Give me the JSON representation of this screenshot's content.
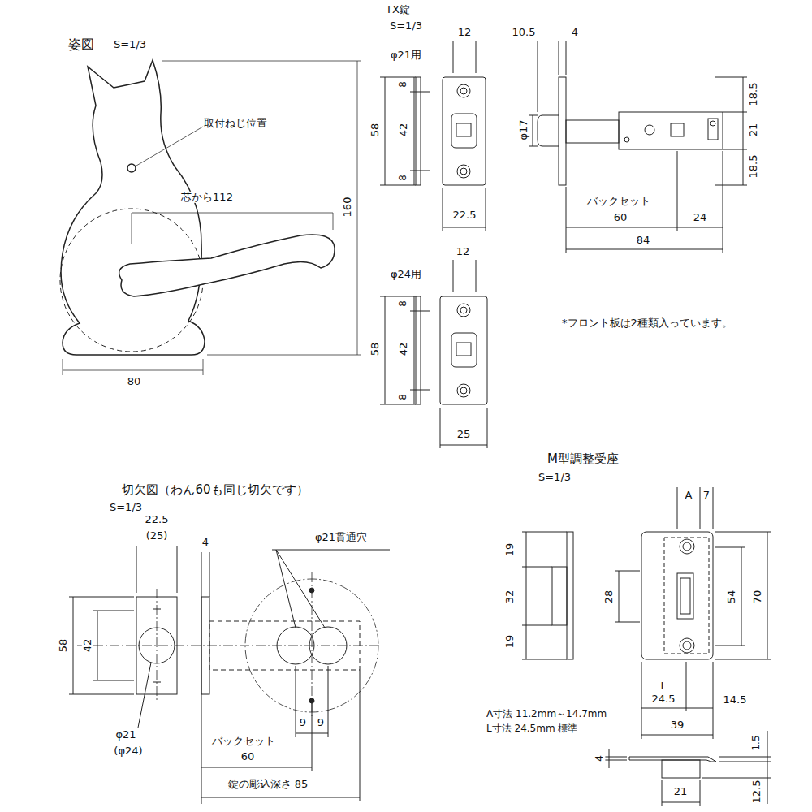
{
  "diagram": {
    "labels": [
      "姿図",
      "S=1/3",
      "取付ねじ位置",
      "芯から112",
      "160",
      "80",
      "TX錠",
      "S=1/3",
      "φ21用",
      "12",
      "58",
      "8",
      "42",
      "8",
      "22.5",
      "10.5",
      "4",
      "φ17",
      "18.5",
      "21",
      "18.5",
      "バックセット",
      "60",
      "24",
      "84",
      "φ24用",
      "12",
      "58",
      "8",
      "42",
      "8",
      "25",
      "*フロント板は2種類入っています。",
      "切欠図（わん60も同じ切欠です）",
      "S=1/3",
      "22.5",
      "(25)",
      "4",
      "φ21貫通穴",
      "58",
      "42",
      "φ21",
      "(φ24)",
      "9",
      "9",
      "バックセット",
      "60",
      "錠の彫込深さ 85",
      "M型調整受座",
      "S=1/3",
      "A",
      "7",
      "19",
      "32",
      "19",
      "28",
      "54",
      "70",
      "L",
      "24.5",
      "14.5",
      "A寸法 11.2mm～14.7mm",
      "L寸法 24.5mm 標準",
      "39",
      "4",
      "1.5",
      "12.5",
      "21"
    ]
  }
}
